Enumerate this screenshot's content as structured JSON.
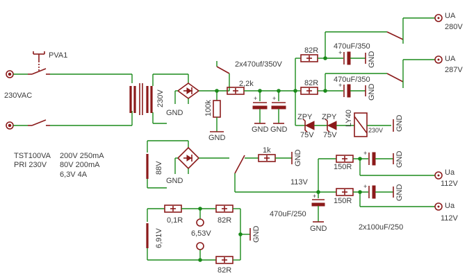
{
  "labels": {
    "pva1": "PVA1",
    "vac": "230VAC",
    "t1_sec": "230V",
    "gnd": "GND",
    "r_100k": "100k",
    "c_main": "2x470uf/350V",
    "r_2k2": "2,2k",
    "r_82r_top": "82R",
    "c_top": "470uF/350",
    "r_82r_mid": "82R",
    "c_mid": "470uF/350",
    "ua_top": "UA",
    "ua_top_v": "280V",
    "ua_mid": "UA",
    "ua_mid_v": "287V",
    "zpy1": "ZPY",
    "zpy1_v": "75V",
    "zpy2": "ZPY",
    "zpy2_v": "75V",
    "ly40": "LY40",
    "relay_v": "230V",
    "spec1": "TST100VA",
    "spec2": "PRI 230V",
    "spec3": "200V 250mA",
    "spec4": "80V 200mA",
    "spec5": "6,3V 4A",
    "t2_sec": "88V",
    "r_1k": "1k",
    "v_113": "113V",
    "c_470_250": "470uF/250",
    "r_150r_a": "150R",
    "r_150r_b": "150R",
    "ua_low1": "Ua",
    "ua_low1_v": "112V",
    "ua_low2": "Ua",
    "ua_low2_v": "112V",
    "c_2x100": "2x100uF/250",
    "t3_sec": "6,91V",
    "r_0r1": "0,1R",
    "v_653": "6,53V",
    "r_82r_h1": "82R",
    "r_82r_h2": "82R"
  },
  "colors": {
    "wire": "#1a8a1a",
    "component": "#8b1a1a",
    "text": "#3a3a3a"
  }
}
